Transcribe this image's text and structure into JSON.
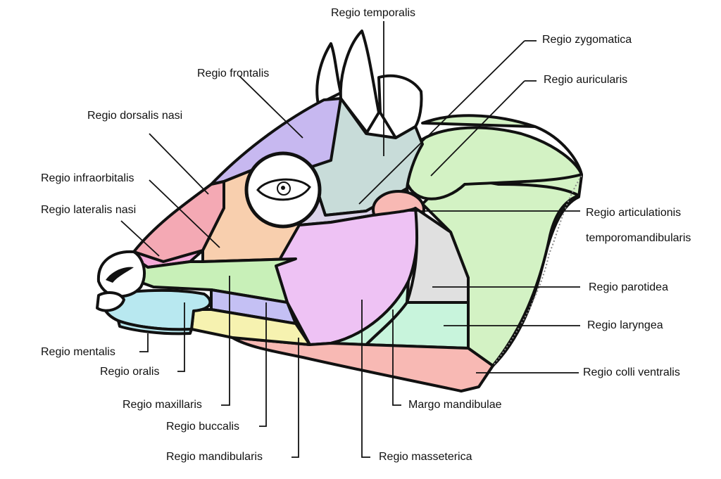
{
  "labels": {
    "temporalis": "Regio temporalis",
    "zygomatica": "Regio zygomatica",
    "frontalis": "Regio frontalis",
    "auricularis": "Regio auricularis",
    "dorsalis_nasi": "Regio dorsalis nasi",
    "infraorbitalis": "Regio infraorbitalis",
    "lateralis_nasi": "Regio lateralis nasi",
    "articulationis_1": "Regio articulationis",
    "articulationis_2": "temporomandibularis",
    "parotidea": "Regio parotidea",
    "laryngea": "Regio laryngea",
    "mentalis": "Regio mentalis",
    "oralis": "Regio oralis",
    "colli_ventralis": "Regio colli ventralis",
    "maxillaris": "Regio maxillaris",
    "margo_mandibulae": "Margo mandibulae",
    "buccalis": "Regio buccalis",
    "mandibularis": "Regio mandibularis",
    "masseterica": "Regio masseterica"
  },
  "colors": {
    "frontalis": "#c7b8f0",
    "temporalis": "#c8dcd9",
    "auricularis": "#d3f2c4",
    "dorsalis_nasi": "#f4a9b4",
    "infraorbitalis": "#f8cfae",
    "lateralis_nasi": "#f4a9d8",
    "masseterica": "#eec2f4",
    "parotidea": "#e0e0e0",
    "laryngea": "#c8f4dc",
    "colli_ventralis": "#f8b9b4",
    "articulationis": "#f8b9b4",
    "maxillaris": "#c8f0b8",
    "buccalis": "#c4c0f4",
    "mandibularis": "#f6f2b0",
    "oralis": "#b8e8f0",
    "zygomatica": "#dcd4ea",
    "horn": "#ffffff"
  }
}
